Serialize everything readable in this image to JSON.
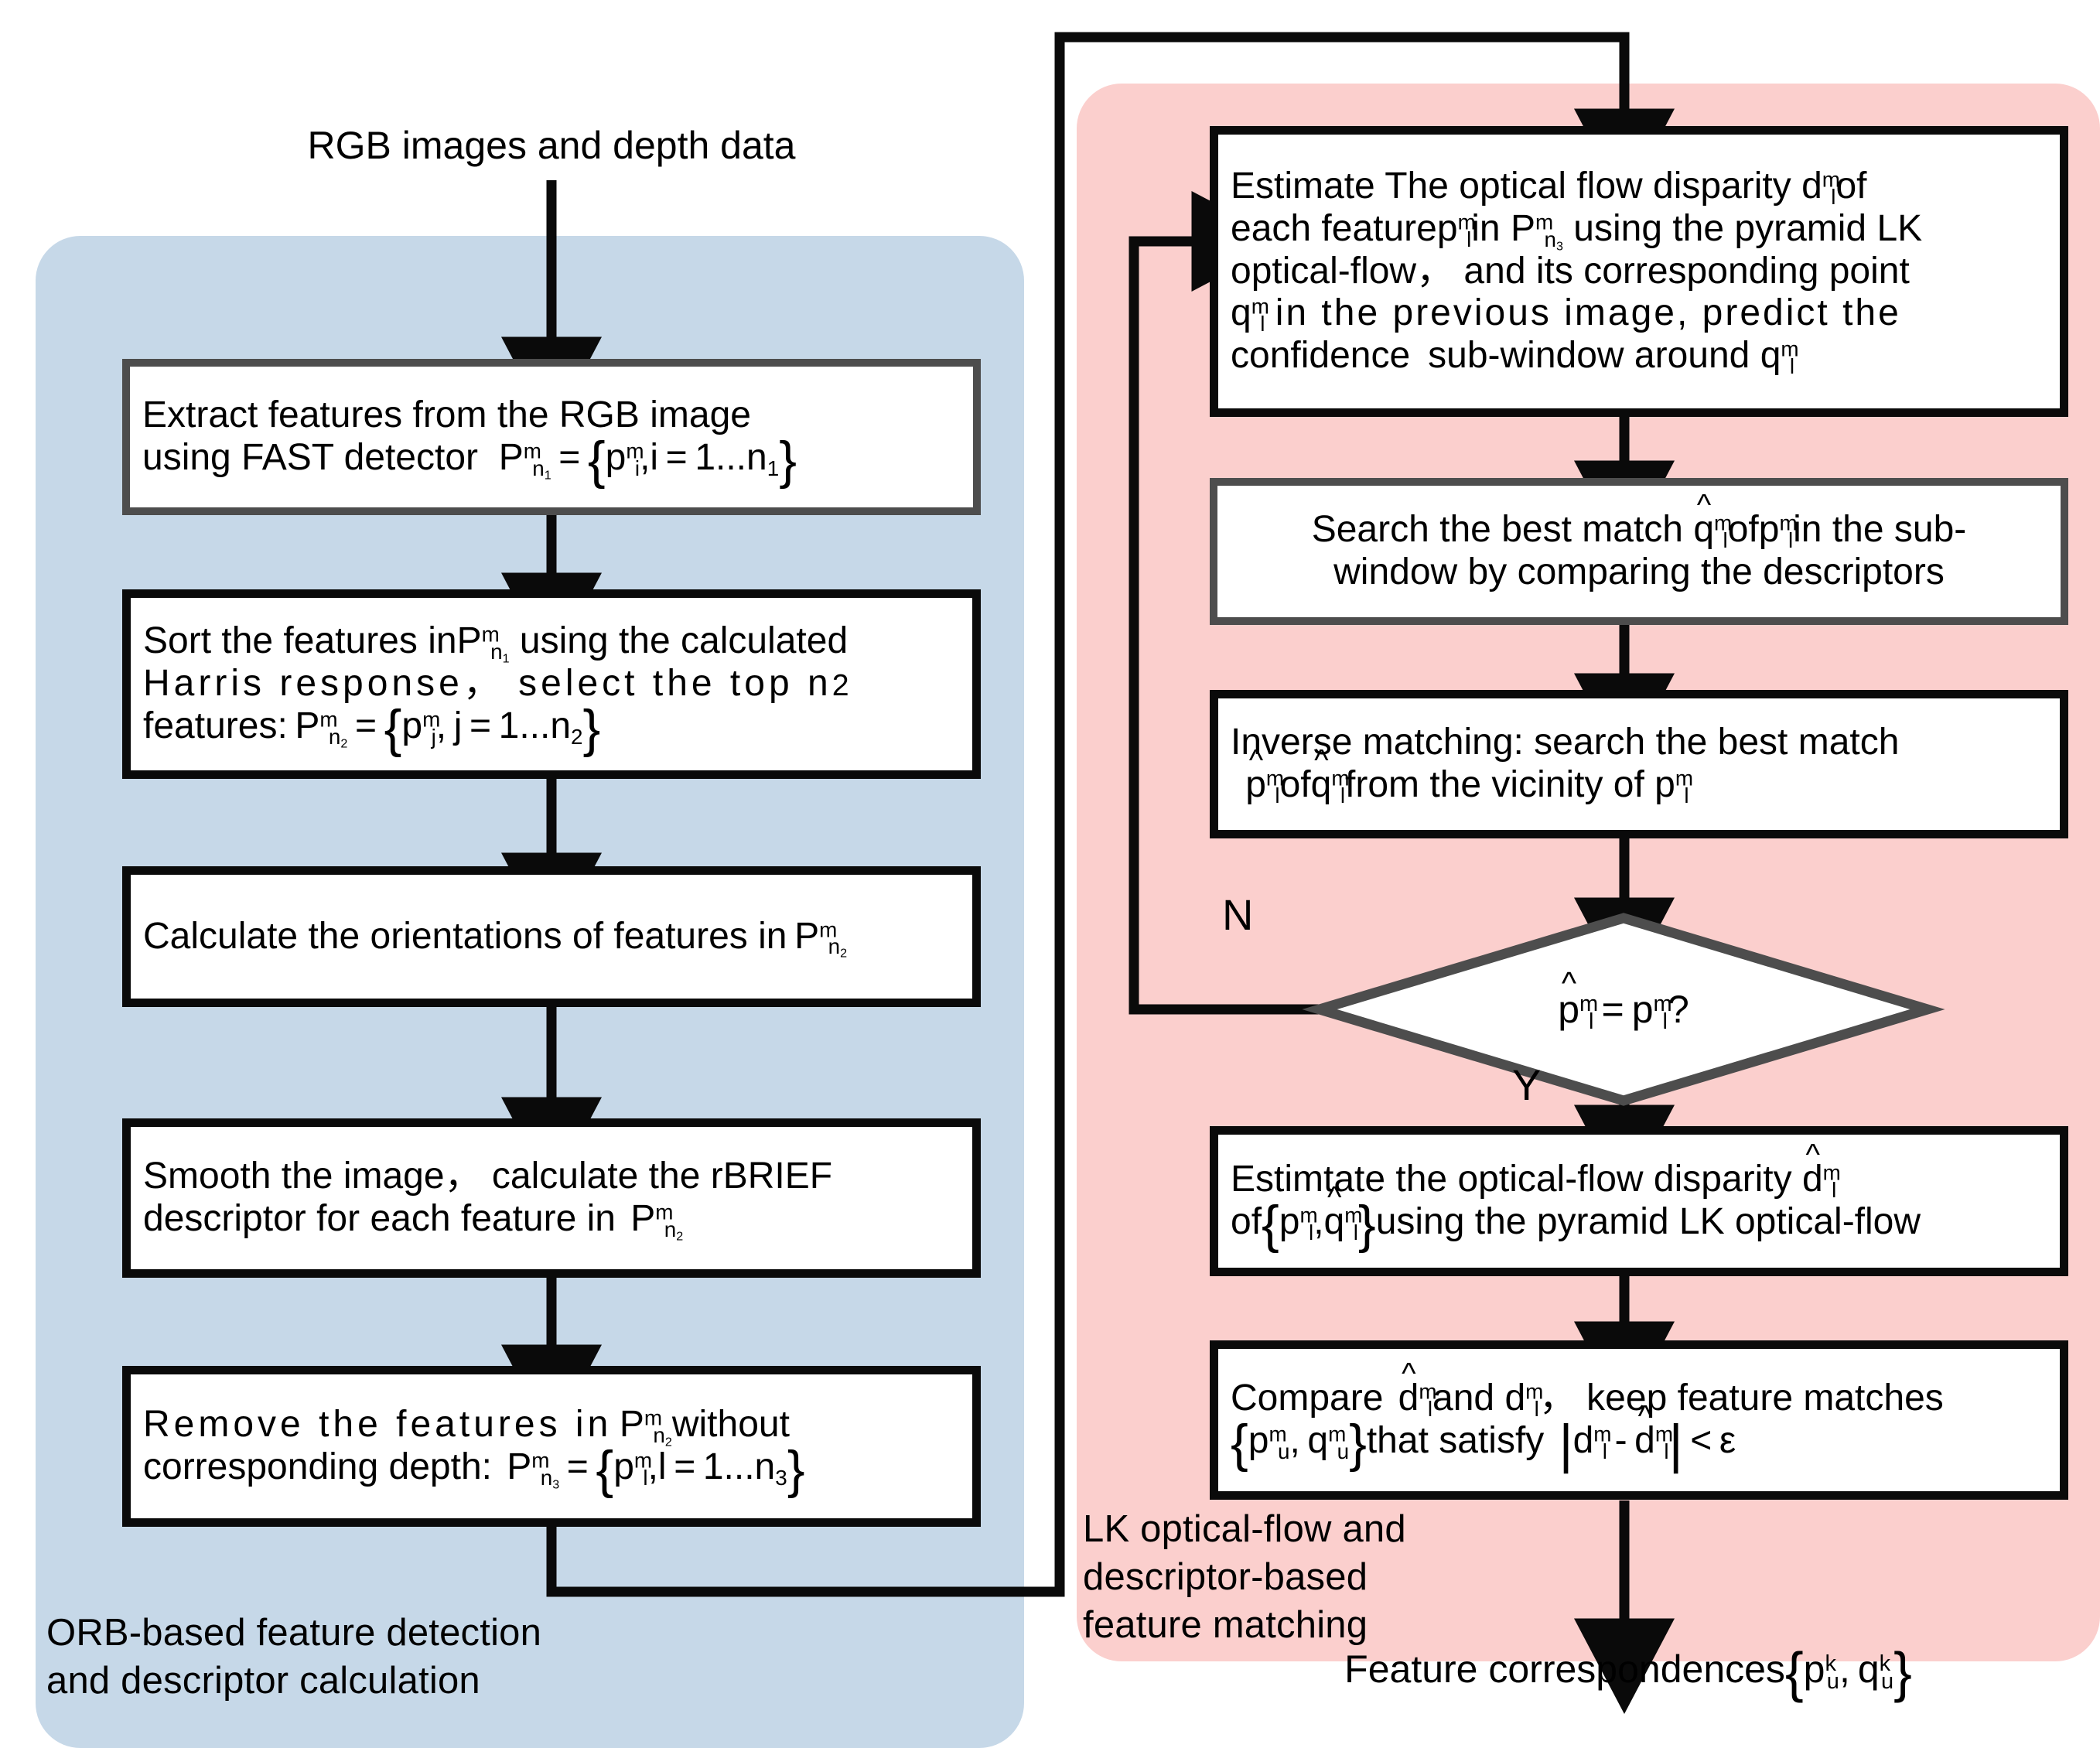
{
  "colors": {
    "panel_left_bg": "#c6d8e8",
    "panel_right_bg": "#fbcfcd",
    "box_fill": "#ffffff",
    "stroke_dark": "#0a0a0a",
    "stroke_grey": "#4d4d4d",
    "text": "#000000",
    "page_bg": "#ffffff"
  },
  "diagram": {
    "type": "flowchart",
    "title": "ORB-based feature detection and LK optical-flow feature matching pipeline",
    "entry_label": "RGB images and depth data",
    "exit_label_plain": "Feature correspondences {p_u^k , q_u^k}"
  },
  "panels": {
    "left": {
      "caption": "ORB-based feature detection\nand descriptor calculation"
    },
    "right": {
      "caption": "LK optical-flow and\ndescriptor-based\nfeature matching"
    }
  },
  "left_nodes": [
    {
      "id": "extract-features",
      "plain": "Extract features from the RGB image using FAST detector  P_{n1}^m = { p_i^m , i = 1...n_1 }"
    },
    {
      "id": "sort-features",
      "plain": "Sort the features in P_{n1}^m using the calculated Harris response, select the top n2 features: P_{n2}^m = { p_j^m , j = 1...n_2 }"
    },
    {
      "id": "calculate-orientations",
      "plain": "Calculate the orientations of features in P_{n2}^m"
    },
    {
      "id": "smooth-image-rbrief",
      "plain": "Smooth the image, calculate the rBRIEF descriptor for each feature in P_{n2}^m"
    },
    {
      "id": "remove-features-no-depth",
      "plain": "Remove the features in P_{n2}^m without corresponding depth:  P_{n3}^m = { p_l^m , l = 1...n_3 }"
    }
  ],
  "right_nodes": [
    {
      "id": "estimate-disparity",
      "plain": "Estimate The optical flow disparity d_l^m of each feature p_l^m in P_{n3}^m using the pyramid LK optical-flow, and its corresponding point q_l^m in the previous image, predict the confidence sub-window around q_l^m"
    },
    {
      "id": "search-best-match",
      "plain": "Search the best match q̂_l^m of p_l^m in the sub-window by comparing the descriptors"
    },
    {
      "id": "inverse-matching",
      "plain": "Inverse matching: search the best match p̂_l^m of q̂_l^m from the vicinity of p_l^m"
    },
    {
      "id": "decision",
      "plain": "p̂_l^m = p_l^m ?"
    },
    {
      "id": "estimate-disparity-hat",
      "plain": "Estimtate the optical-flow disparity d̂_l^m of { p_l^m , q̂_l^m } using the pyramid LK optical-flow"
    },
    {
      "id": "compare-disparities",
      "plain": "Compare d̂_l^m and d_l^m, keep feature matches { p_u^m , q_u^m } that satisfy | d_l^m - d̂_l^m | < ε"
    }
  ],
  "branch_labels": {
    "no": "N",
    "yes": "Y"
  },
  "tokens": {
    "n1": "n1",
    "n2": "n2",
    "n3": "n3",
    "epsilon": "ε",
    "ellipsis": "...",
    "equals": "=",
    "question": "?",
    "less_than": "<"
  }
}
